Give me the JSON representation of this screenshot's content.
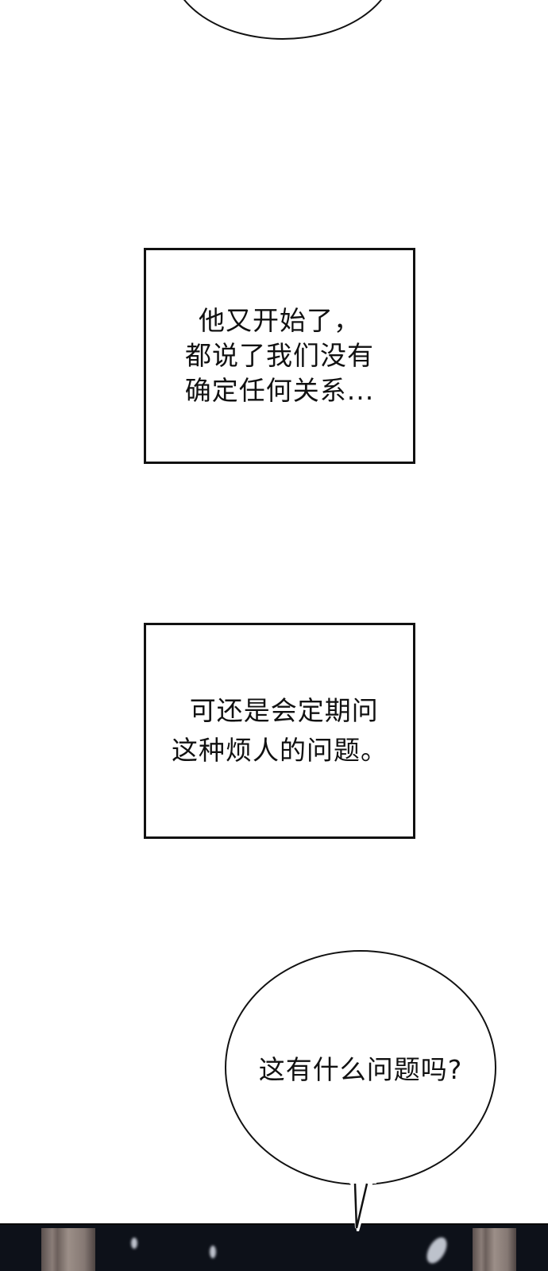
{
  "panels": {
    "top_bubble": {
      "text": ""
    },
    "caption_1": {
      "text": "他又开始了，\n都说了我们没有\n确定任何关系..."
    },
    "caption_2": {
      "text": " 可还是会定期问\n这种烦人的问题。"
    },
    "speech_bubble": {
      "text": "这有什么问题吗?"
    },
    "scene": {
      "description": "dark night scene with wooden pillars and falling snow"
    }
  },
  "colors": {
    "background": "#ffffff",
    "ink": "#111111",
    "scene_dark": "#0d1119"
  }
}
